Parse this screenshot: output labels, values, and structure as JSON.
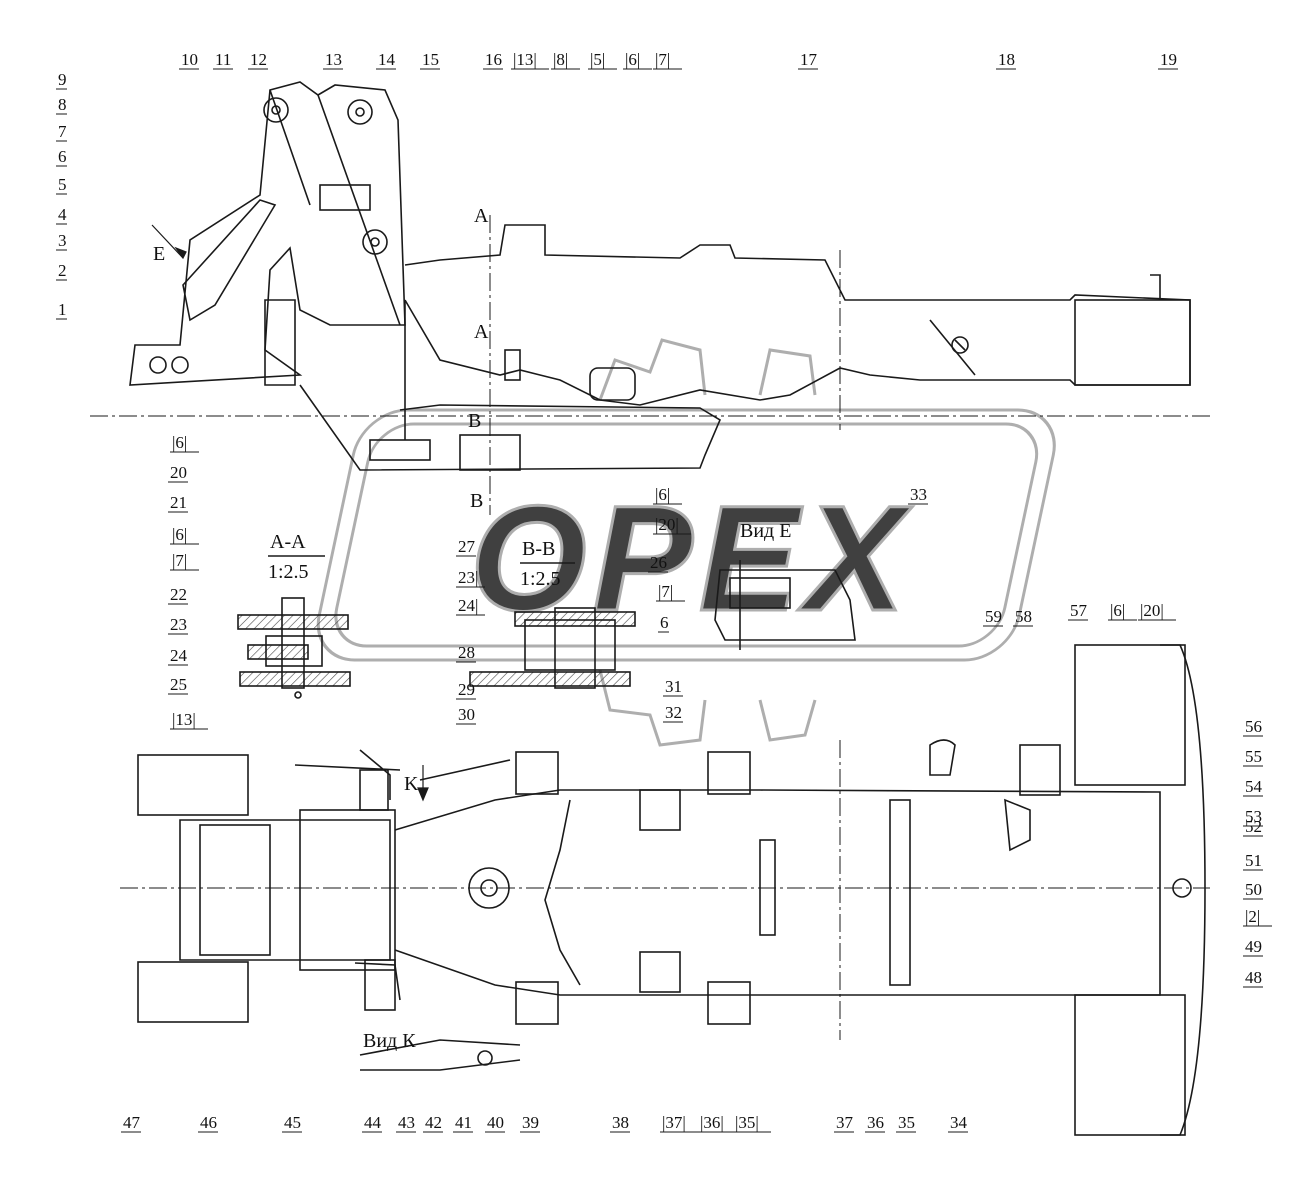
{
  "callouts_top": [
    "10",
    "11",
    "12",
    "13",
    "14",
    "15",
    "16",
    "|13|",
    "|8|",
    "|5|",
    "|6|",
    "|7|",
    "17",
    "18",
    "19"
  ],
  "callouts_left": [
    "9",
    "8",
    "7",
    "6",
    "5",
    "4",
    "3",
    "2",
    "1"
  ],
  "callouts_section_a": [
    "|6|",
    "20",
    "21",
    "|6|",
    "|7|",
    "22",
    "23",
    "24",
    "25",
    "|13|"
  ],
  "callouts_section_b": [
    "27",
    "23|",
    "24|",
    "28",
    "29",
    "30",
    "|6|",
    "|20|",
    "26",
    "|7|",
    "6",
    "31",
    "32"
  ],
  "callouts_right": [
    "56",
    "55",
    "54",
    "53",
    "52",
    "51",
    "50",
    "|2|",
    "49",
    "48"
  ],
  "callouts_mid_right": [
    "33",
    "59",
    "58",
    "57",
    "|6|",
    "|20|"
  ],
  "callouts_bottom": [
    "47",
    "46",
    "45",
    "44",
    "43",
    "42",
    "41",
    "40",
    "39",
    "38",
    "|37|",
    "|36|",
    "|35|",
    "37",
    "36",
    "35",
    "34"
  ],
  "section_marks": {
    "a": "A",
    "b": "B",
    "e": "E",
    "k": "K"
  },
  "section_a": {
    "name": "A-A",
    "scale": "1:2.5"
  },
  "section_b": {
    "name": "B-B",
    "scale": "1:2.5"
  },
  "view_e": "Вид Е",
  "view_k": "Вид К",
  "watermark": "OPEX",
  "colors": {
    "line": "#1a1a1a",
    "hatch": "#444444",
    "watermark": "#9a9a9a"
  }
}
